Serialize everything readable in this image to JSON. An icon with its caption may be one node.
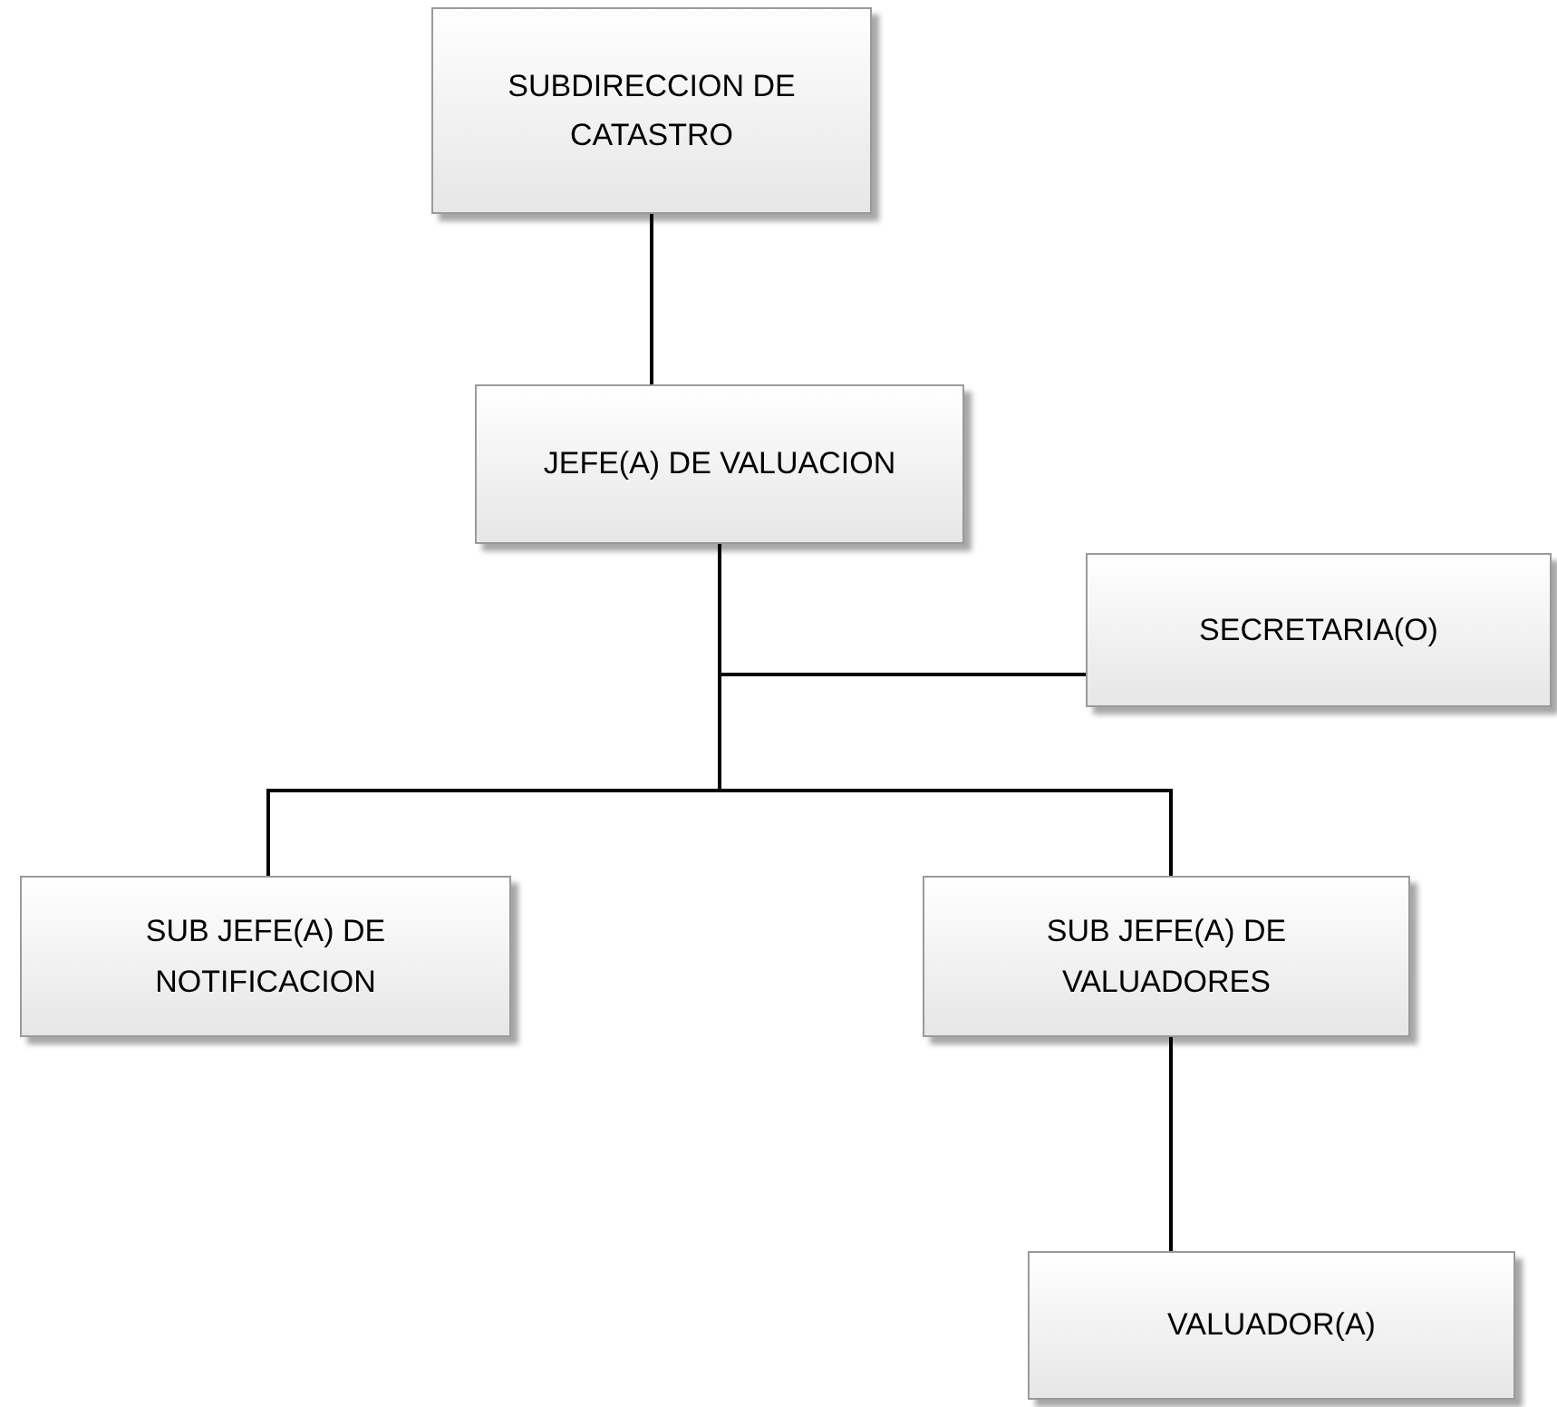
{
  "diagram": {
    "nodes": [
      {
        "text": [
          "SUBDIRECCION DE CATASTRO"
        ]
      },
      {
        "text": [
          "JEFE(A) DE VALUACION"
        ]
      },
      {
        "text": [
          "SECRETARIA(O)"
        ]
      },
      {
        "text": [
          "SUB JEFE(A) DE NOTIFICACION"
        ]
      },
      {
        "text": [
          "SUB JEFE(A) DE VALUADORES"
        ]
      },
      {
        "text": [
          "VALUADOR(A)"
        ]
      }
    ],
    "edges": [
      {
        "from": 0,
        "to": 1,
        "arrow": "none"
      },
      {
        "from": 1,
        "to": 2,
        "arrow": "none"
      },
      {
        "from": 1,
        "to": 3,
        "arrow": "none"
      },
      {
        "from": 1,
        "to": 4,
        "arrow": "none"
      },
      {
        "from": 4,
        "to": 5,
        "arrow": "none"
      }
    ]
  }
}
